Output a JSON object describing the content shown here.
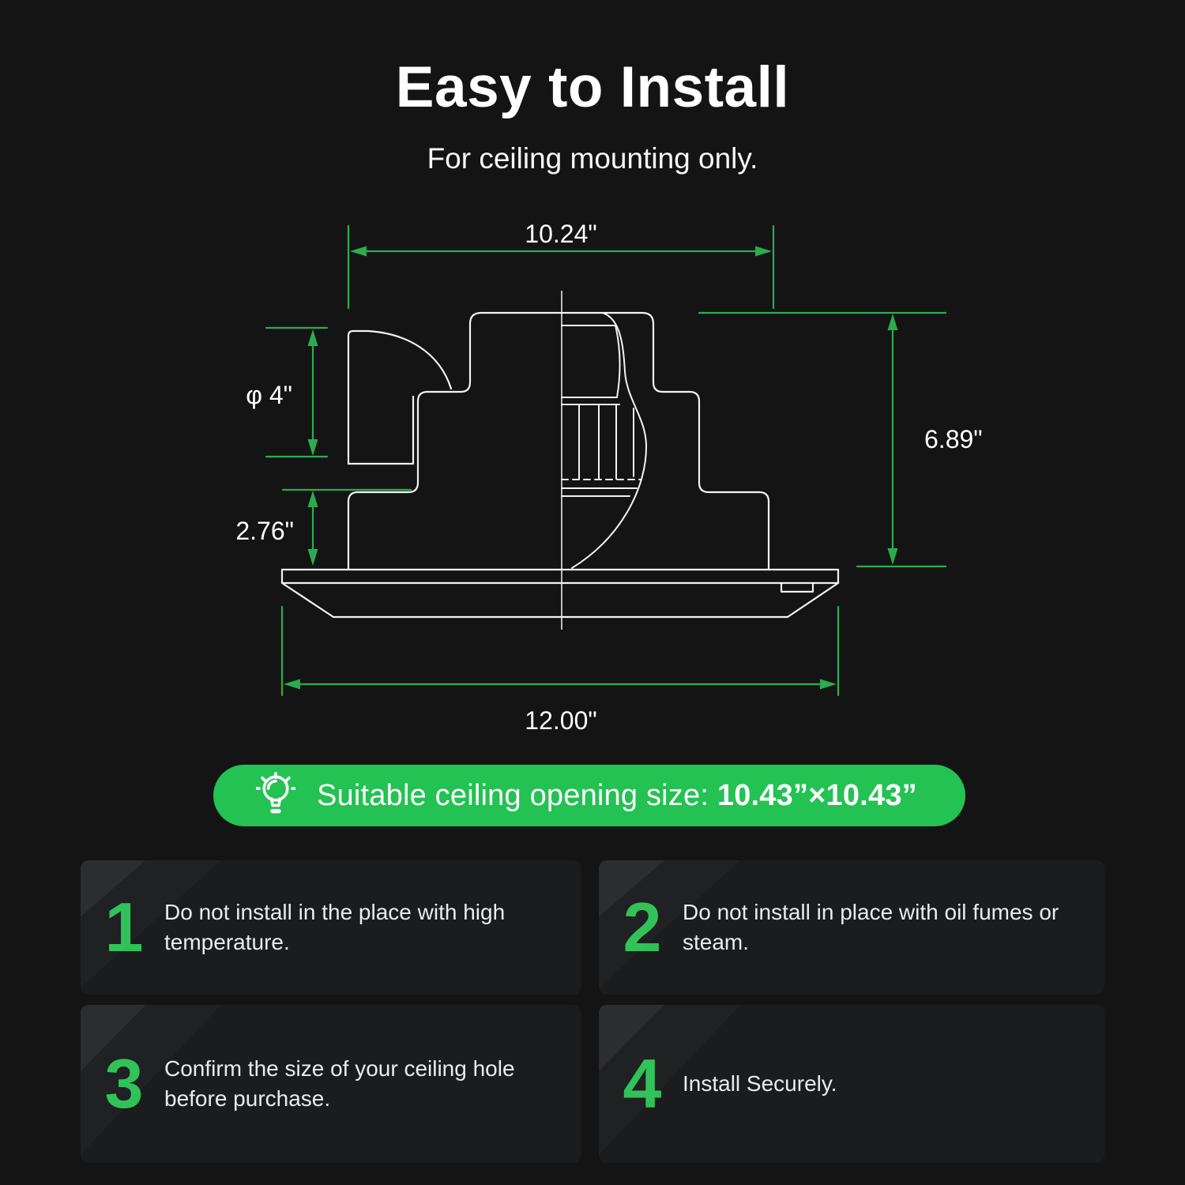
{
  "header": {
    "title": "Easy to Install",
    "subtitle": "For ceiling mounting only."
  },
  "diagram": {
    "description": "ceiling fan housing cross-section with dimensions",
    "dimensions": {
      "top_width": "10.24\"",
      "duct_diameter": "φ 4\"",
      "lower_height": "2.76\"",
      "total_height": "6.89\"",
      "flange_width": "12.00\""
    }
  },
  "banner": {
    "icon": "lightbulb-icon",
    "label": "Suitable ceiling opening size: ",
    "value": "10.43”×10.43”"
  },
  "steps": [
    {
      "number": "1",
      "text": "Do not install in the place with high temperature."
    },
    {
      "number": "2",
      "text": "Do not install in place with oil fumes or steam."
    },
    {
      "number": "3",
      "text": "Confirm the size of your ceiling hole before purchase."
    },
    {
      "number": "4",
      "text": "Install Securely."
    }
  ],
  "colors": {
    "background": "#141415",
    "card_background": "#1b1c1d",
    "accent_green": "#23c252",
    "dimension_green": "#2cab51",
    "drawing_line": "#f3f3f3",
    "text_white": "#ffffff"
  }
}
